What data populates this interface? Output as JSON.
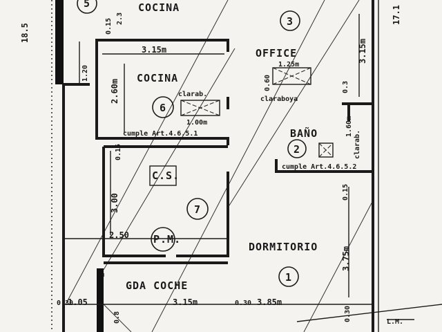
{
  "rooms": {
    "cocina_top": "COCINA",
    "office": "OFFICE",
    "cocina": "COCINA",
    "bano": "BAÑO",
    "cs": "C.S.",
    "pm": "P.M.",
    "dormitorio": "DORMITORIO",
    "gda_coche": "GDA COCHE"
  },
  "room_numbers": [
    "5",
    "3",
    "6",
    "2",
    "7",
    "1"
  ],
  "dimensions": {
    "cocina_width": "3.15m",
    "cocina_height": "2.60m",
    "office_height": "3.15m",
    "office_window": "1.25m",
    "office_window_h": "0.60",
    "clarab_width": "1.00m",
    "bano_height": "1.60m",
    "cs_height": "3.00",
    "pm_width": "2.50",
    "dormitorio_height": "3.75m",
    "gda_width": "3.15m",
    "wall_a": "0.30",
    "span_105": "1.05",
    "wall_b": "0.30",
    "dorm_width": "3.85m",
    "left_side": "18.5",
    "right_side": "17.1",
    "dim_1_20": "1.20",
    "dim_0_15_top": "0.15",
    "dim_2_3": "2.3",
    "dim_0_15_mid": "0.15",
    "dim_0_15_right": "0.15",
    "dim_0_3_right": "0.3",
    "dim_0_30_bot": "0.30",
    "dim_0_8": "0.8",
    "lm": "L.M."
  },
  "notes": {
    "clarab": "clarab.",
    "claraboya": "claraboya",
    "clarab_bano": "clarab.",
    "cumple_cocina": "cumple Art.4.6.5.1",
    "cumple_bano": "cumple Art.4.6.5.2"
  }
}
